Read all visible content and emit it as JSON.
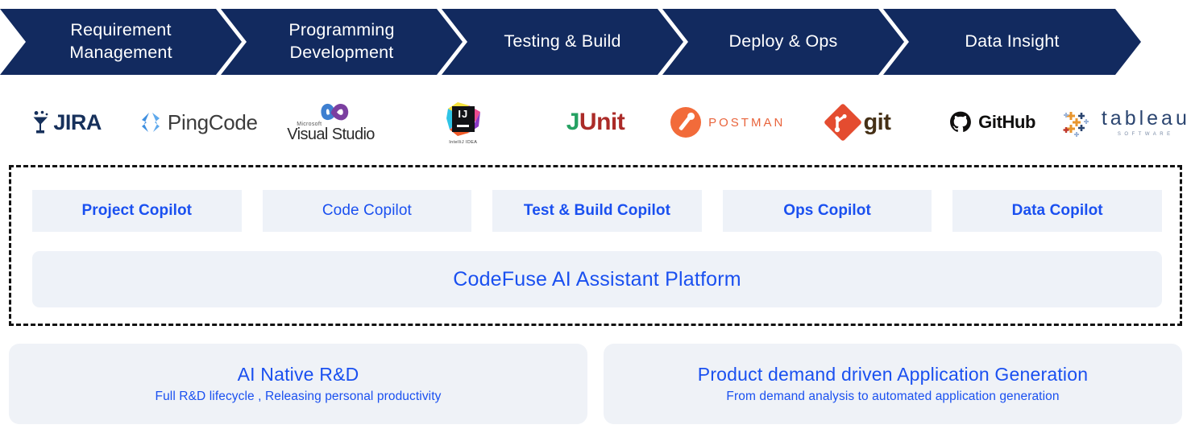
{
  "banner": {
    "stages": [
      {
        "label": "Requirement\nManagement",
        "line1": "Requirement",
        "line2": "Management"
      },
      {
        "label": "Programming\nDevelopment",
        "line1": "Programming",
        "line2": "Development"
      },
      {
        "label": "Testing & Build",
        "line1": "Testing & Build",
        "line2": ""
      },
      {
        "label": "Deploy & Ops",
        "line1": "Deploy & Ops",
        "line2": ""
      },
      {
        "label": "Data Insight",
        "line1": "Data Insight",
        "line2": ""
      }
    ],
    "color": "#122A5F",
    "text_color": "#FFFFFF"
  },
  "logos": [
    {
      "name": "jira-logo",
      "text": "JIRA",
      "color": "#16305B"
    },
    {
      "name": "pingcode-logo",
      "text": "PingCode",
      "color": "#3C3C3C",
      "accent": "#4A90E2"
    },
    {
      "name": "visual-studio-logo",
      "vendor": "Microsoft",
      "text": "Visual Studio",
      "color": "#2B2B2B",
      "accent": "#7B3FA0"
    },
    {
      "name": "intellij-idea-logo",
      "mark": "IJ",
      "caption": "IntelliJ IDEA"
    },
    {
      "name": "junit-logo",
      "text_j": "J",
      "text_unit": "Unit",
      "color_j": "#25A162",
      "color_unit": "#AB2B28"
    },
    {
      "name": "postman-logo",
      "text": "POSTMAN",
      "color": "#E9643C",
      "accent": "#F26B3A"
    },
    {
      "name": "git-logo",
      "text": "git",
      "color": "#453016",
      "accent": "#E44C30"
    },
    {
      "name": "github-logo",
      "text": "GitHub",
      "color": "#100F0E"
    },
    {
      "name": "tableau-logo",
      "text": "tableau",
      "subtext": "SOFTWARE",
      "color": "#2B4570"
    }
  ],
  "copilots": [
    {
      "label": "Project Copilot",
      "bold": true
    },
    {
      "label": "Code Copilot",
      "bold": false
    },
    {
      "label": "Test & Build Copilot",
      "bold": true
    },
    {
      "label": "Ops Copilot",
      "bold": true
    },
    {
      "label": "Data Copilot",
      "bold": true
    }
  ],
  "platform": {
    "label": "CodeFuse AI Assistant Platform",
    "color": "#1A50F0",
    "background": "#EEF2F8"
  },
  "bottom_cards": [
    {
      "title": "AI Native R&D",
      "subtitle": "Full R&D lifecycle , Releasing personal productivity"
    },
    {
      "title": "Product demand driven Application Generation",
      "subtitle": "From demand analysis to automated application generation"
    }
  ],
  "colors": {
    "navy": "#122A5F",
    "accent_blue": "#1A50F0",
    "panel": "#EEF2F8",
    "card": "#EFF2F7",
    "dashed_border": "#121212"
  }
}
